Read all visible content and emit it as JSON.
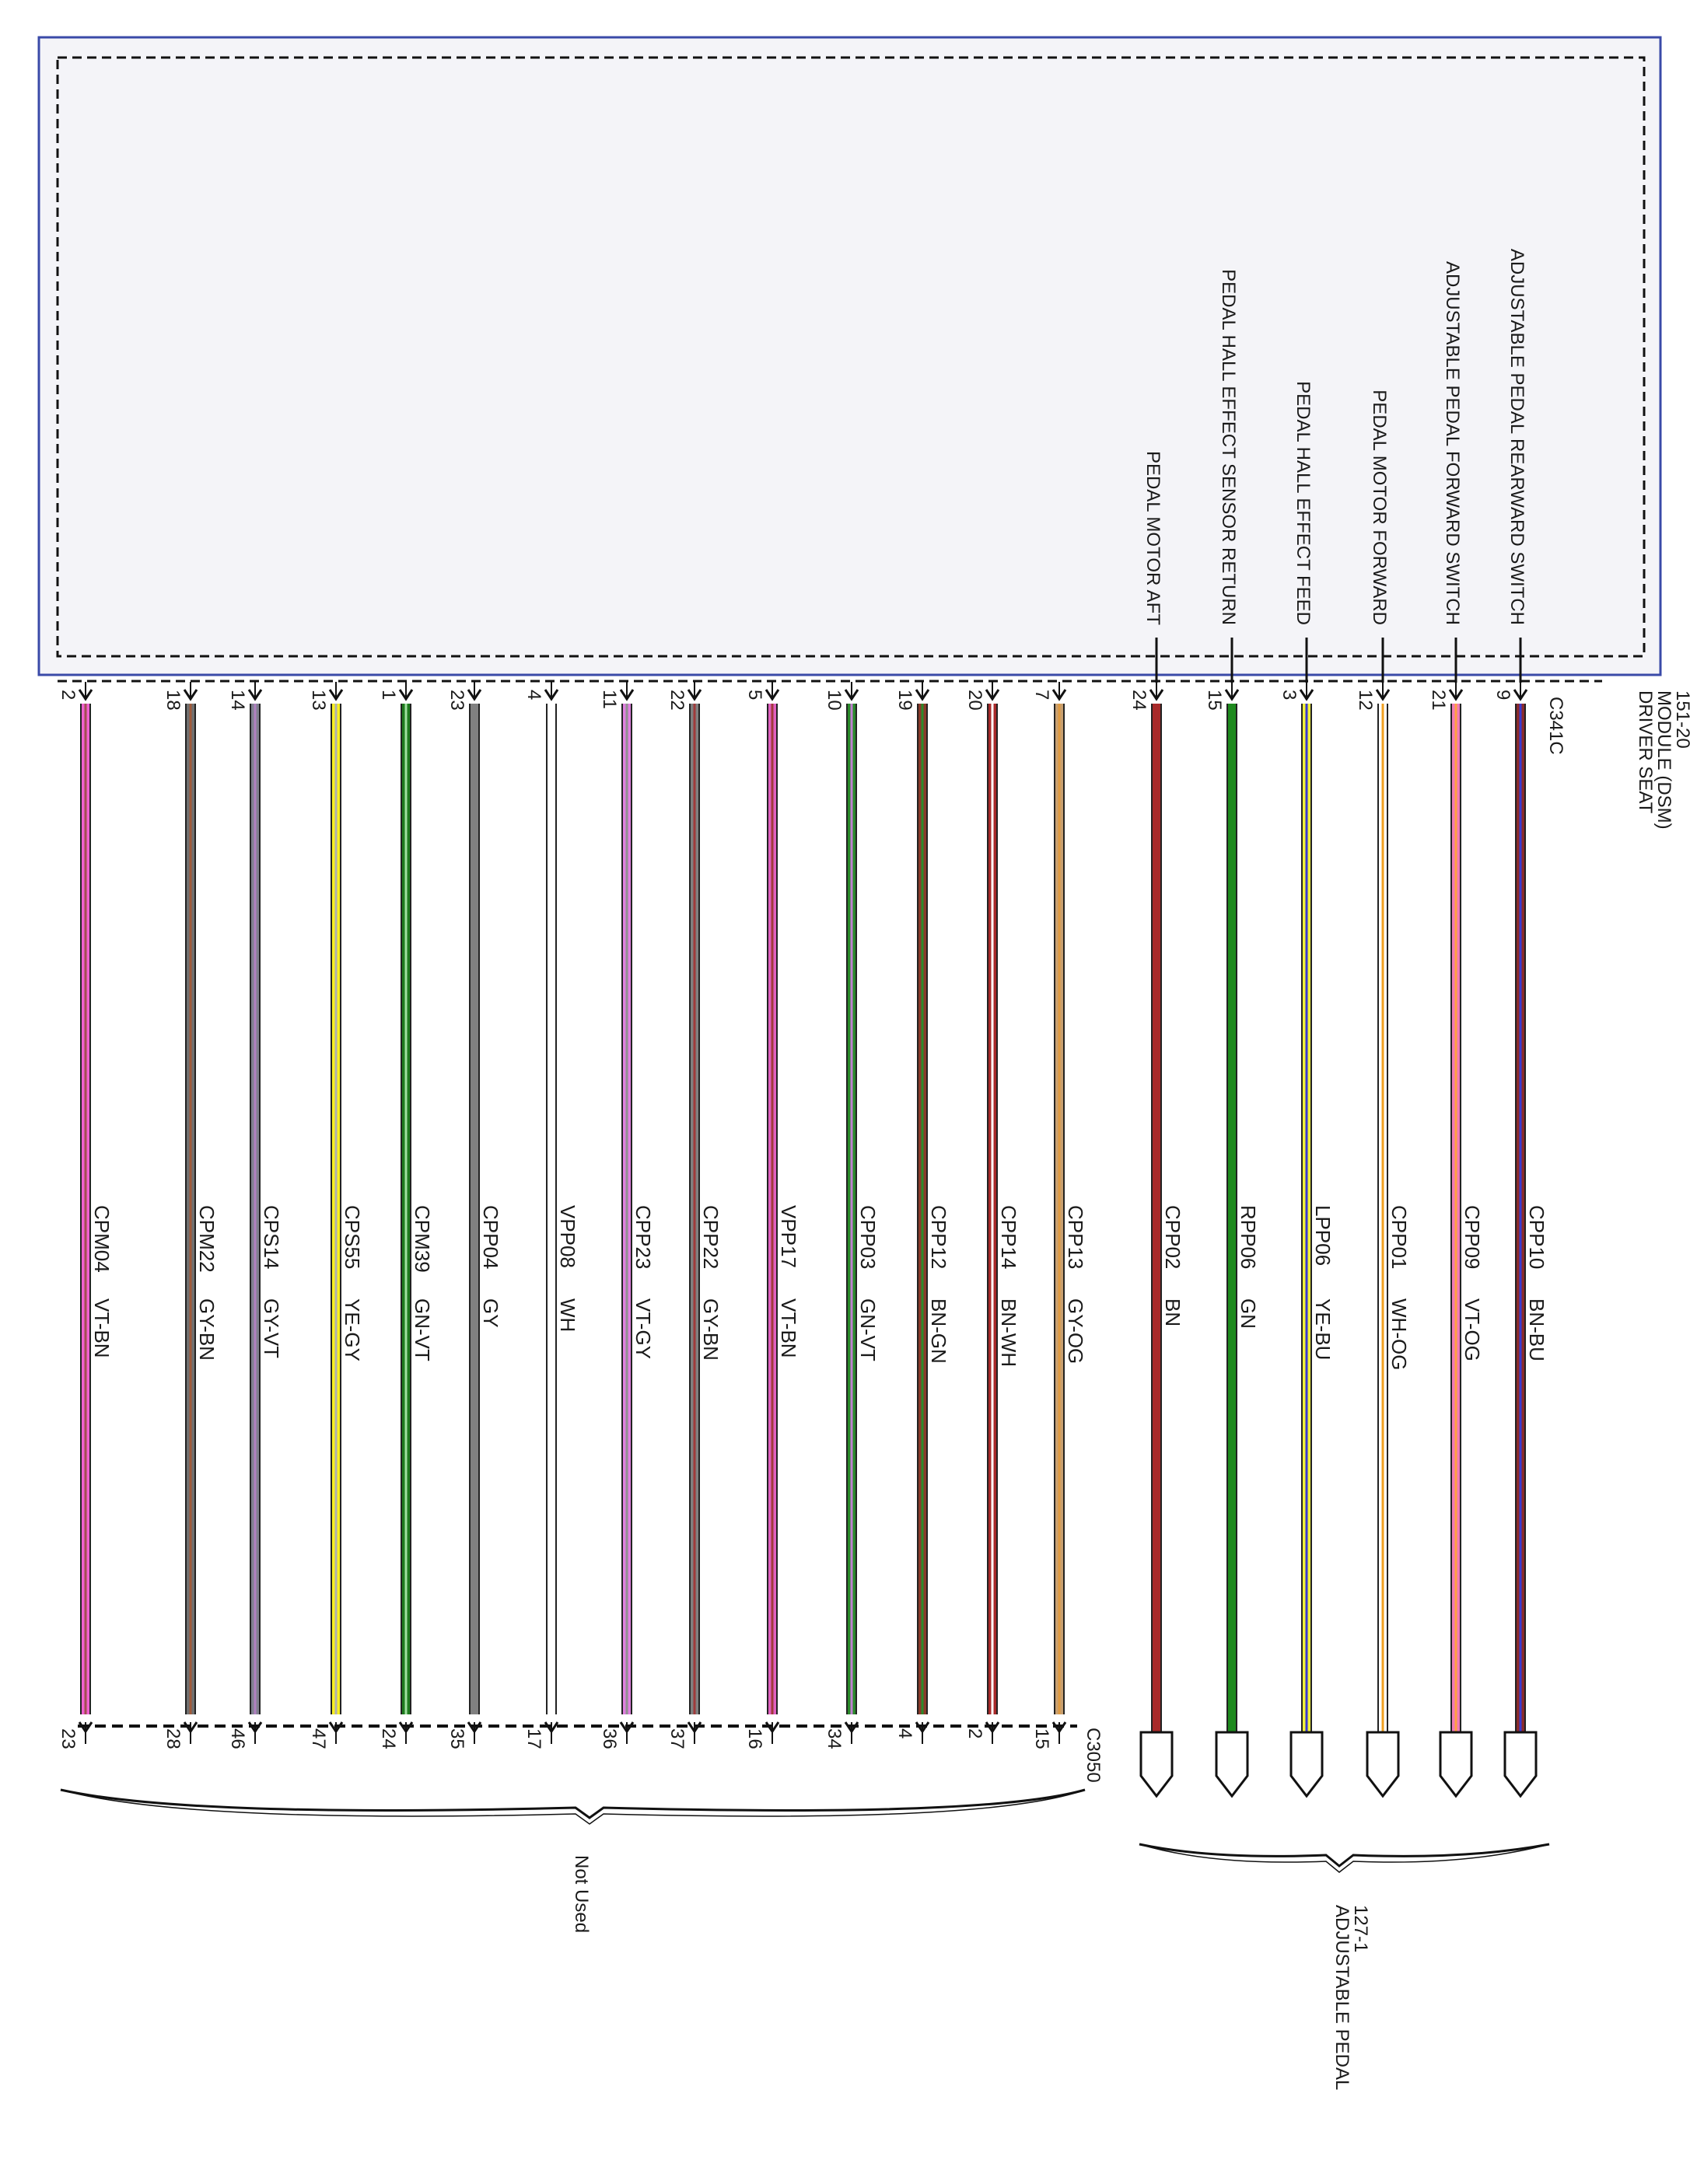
{
  "module": {
    "name_line1": "DRIVER SEAT",
    "name_line2": "MODULE (DSM)",
    "name_line3": "151-20",
    "connector": "C341C"
  },
  "bottom_connector": "C3050",
  "not_used_label": "Not Used",
  "pedal_label_line1": "ADJUSTABLE PEDAL",
  "pedal_label_line2": "127-1",
  "signals": [
    {
      "pin": "9",
      "label": "ADJUSTABLE PEDAL REARWARD SWITCH"
    },
    {
      "pin": "21",
      "label": "ADJUSTABLE PEDAL FORWARD SWITCH"
    },
    {
      "pin": "12",
      "label": "PEDAL MOTOR FORWARD"
    },
    {
      "pin": "3",
      "label": "PEDAL HALL EFFECT FEED"
    },
    {
      "pin": "15",
      "label": "PEDAL HALL EFFECT SENSOR RETURN"
    },
    {
      "pin": "24",
      "label": "PEDAL MOTOR AFT"
    }
  ],
  "wires": [
    {
      "top_pin": "9",
      "circuit": "CPP10",
      "color_code": "BN-BU",
      "bottom_pin": "",
      "dest": "pedal",
      "main_color": "#8a2c2c",
      "stripe_color": "#3a3ad0"
    },
    {
      "top_pin": "21",
      "circuit": "CPP09",
      "color_code": "VT-OG",
      "bottom_pin": "",
      "dest": "pedal",
      "main_color": "#f07ab8",
      "stripe_color": "#ffa040"
    },
    {
      "top_pin": "12",
      "circuit": "CPP01",
      "color_code": "WH-OG",
      "bottom_pin": "",
      "dest": "pedal",
      "main_color": "#ffffff",
      "stripe_color": "#f0a020"
    },
    {
      "top_pin": "3",
      "circuit": "LPP06",
      "color_code": "YE-BU",
      "bottom_pin": "",
      "dest": "pedal",
      "main_color": "#f2f23a",
      "stripe_color": "#3a3ad0"
    },
    {
      "top_pin": "15",
      "circuit": "RPP06",
      "color_code": "GN",
      "bottom_pin": "",
      "dest": "pedal",
      "main_color": "#1e8a1e",
      "stripe_color": ""
    },
    {
      "top_pin": "24",
      "circuit": "CPP02",
      "color_code": "BN",
      "bottom_pin": "",
      "dest": "pedal",
      "main_color": "#a82a2a",
      "stripe_color": ""
    },
    {
      "top_pin": "7",
      "circuit": "CPP13",
      "color_code": "GY-OG",
      "bottom_pin": "15",
      "dest": "c3050",
      "main_color": "#c8a070",
      "stripe_color": "#e09a40"
    },
    {
      "top_pin": "20",
      "circuit": "CPP14",
      "color_code": "BN-WH",
      "bottom_pin": "2",
      "dest": "c3050",
      "main_color": "#a82a2a",
      "stripe_color": "#ffffff"
    },
    {
      "top_pin": "19",
      "circuit": "CPP12",
      "color_code": "BN-GN",
      "bottom_pin": "4",
      "dest": "c3050",
      "main_color": "#8a3a2a",
      "stripe_color": "#2a8a2a"
    },
    {
      "top_pin": "10",
      "circuit": "CPP03",
      "color_code": "GN-VT",
      "bottom_pin": "34",
      "dest": "c3050",
      "main_color": "#2a8a2a",
      "stripe_color": "#c080d0"
    },
    {
      "top_pin": "5",
      "circuit": "VPP17",
      "color_code": "VT-BN",
      "bottom_pin": "16",
      "dest": "c3050",
      "main_color": "#e060c0",
      "stripe_color": "#a03a3a"
    },
    {
      "top_pin": "22",
      "circuit": "CPP22",
      "color_code": "GY-BN",
      "bottom_pin": "37",
      "dest": "c3050",
      "main_color": "#808080",
      "stripe_color": "#a03a3a"
    },
    {
      "top_pin": "11",
      "circuit": "CPP23",
      "color_code": "VT-GY",
      "bottom_pin": "36",
      "dest": "c3050",
      "main_color": "#e080e0",
      "stripe_color": "#909090"
    },
    {
      "top_pin": "4",
      "circuit": "VPP08",
      "color_code": "WH",
      "bottom_pin": "17",
      "dest": "c3050",
      "main_color": "#ffffff",
      "stripe_color": ""
    },
    {
      "top_pin": "23",
      "circuit": "CPP04",
      "color_code": "GY",
      "bottom_pin": "35",
      "dest": "c3050",
      "main_color": "#808080",
      "stripe_color": ""
    },
    {
      "top_pin": "1",
      "circuit": "CPM39",
      "color_code": "GN-VT",
      "bottom_pin": "24",
      "dest": "c3050",
      "main_color": "#1e7a1e",
      "stripe_color": "#a0e0a0"
    },
    {
      "top_pin": "13",
      "circuit": "CPS55",
      "color_code": "YE-GY",
      "bottom_pin": "47",
      "dest": "c3050",
      "main_color": "#f8f020",
      "stripe_color": "#b0b0b0"
    },
    {
      "top_pin": "14",
      "circuit": "CPS14",
      "color_code": "GY-VT",
      "bottom_pin": "46",
      "dest": "c3050",
      "main_color": "#808090",
      "stripe_color": "#b080c0"
    },
    {
      "top_pin": "18",
      "circuit": "CPM22",
      "color_code": "GY-BN",
      "bottom_pin": "28",
      "dest": "c3050",
      "main_color": "#707070",
      "stripe_color": "#a05a3a"
    },
    {
      "top_pin": "2",
      "circuit": "CPM04",
      "color_code": "VT-BN",
      "bottom_pin": "23",
      "dest": "c3050",
      "main_color": "#f060d0",
      "stripe_color": "#a05050"
    }
  ]
}
